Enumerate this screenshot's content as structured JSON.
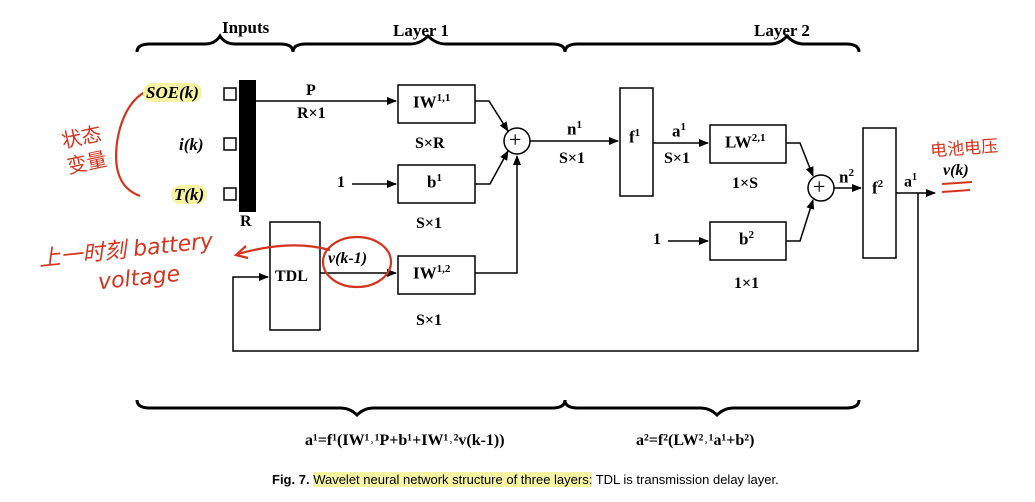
{
  "sections": {
    "inputs": "Inputs",
    "layer1": "Layer 1",
    "layer2": "Layer 2"
  },
  "inputs": [
    "SOE(k)",
    "i(k)",
    "T(k)"
  ],
  "input_bar_label": "R",
  "signals": {
    "p": "P",
    "p_dim": "R×1",
    "one_a": "1",
    "one_b": "1",
    "vk1": "v(k-1)",
    "n1_var": "n",
    "n1_sup": "1",
    "n1_dim": "S×1",
    "a1_var": "a",
    "a1_sup": "1",
    "a1_dim": "S×1",
    "n2_var": "n",
    "n2_sup": "2",
    "out_a_var": "a",
    "out_a_sup": "1",
    "out_v": "v(k)"
  },
  "blocks": {
    "iw11": {
      "base": "IW",
      "sup": "1,1",
      "dim": "S×R"
    },
    "b1": {
      "base": "b",
      "sup": "1",
      "dim": "S×1"
    },
    "iw12": {
      "base": "IW",
      "sup": "1,2",
      "dim": "S×1"
    },
    "tdl": {
      "label": "TDL"
    },
    "f1": {
      "base": "f",
      "sup": "1"
    },
    "lw21": {
      "base": "LW",
      "sup": "2,1",
      "dim": "1×S"
    },
    "b2": {
      "base": "b",
      "sup": "2",
      "dim": "1×1"
    },
    "f2": {
      "base": "f",
      "sup": "2"
    }
  },
  "sum_symbol": "+",
  "equations": {
    "eq1": "a¹=f¹(IW¹˒¹P+b¹+IW¹˒²v(k-1))",
    "eq2": "a²=f²(LW²˒¹a¹+b²)"
  },
  "caption": {
    "label": "Fig. 7.",
    "highlighted": "Wavelet neural network structure of three layers:",
    "rest": " TDL is transmission delay layer."
  },
  "annotations": {
    "left_note": "状态 变量",
    "bottom_note_line1": "上一时刻 battery",
    "bottom_note_line2": "voltage",
    "right_note": "电池电压"
  },
  "colors": {
    "ink": "#000000",
    "highlight": "#f6f3a3",
    "handwriting": "#d4341d"
  }
}
